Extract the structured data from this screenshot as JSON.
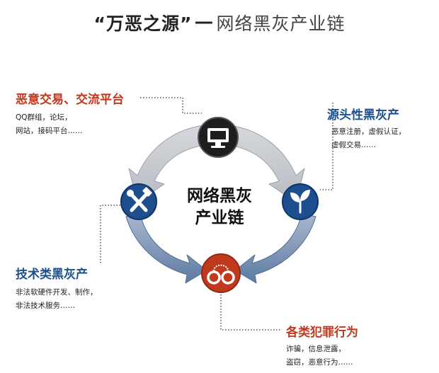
{
  "title": {
    "strong": "“万恶之源”",
    "dash": "一",
    "light": "网络黑灰产业链"
  },
  "center": {
    "line1": "网络黑灰",
    "line2": "产业链"
  },
  "nodes": {
    "top_icon": "computer-monitor-icon",
    "left_icon": "wrench-hammer-tools-icon",
    "right_icon": "sprout-icon",
    "bottom_icon": "handcuffs-icon"
  },
  "groups": {
    "top_left": {
      "heading": "恶意交易、交流平台",
      "lines": [
        "QQ群组，论坛，",
        "网站，接码平台……"
      ]
    },
    "top_right": {
      "heading": "源头性黑灰产",
      "lines": [
        "恶意注册，虚假认证，",
        "虚假交易……"
      ]
    },
    "bottom_left": {
      "heading": "技术类黑灰产",
      "lines": [
        "非法软硬件开发、制作，",
        "非法技术服务……"
      ]
    },
    "bottom_right": {
      "heading": "各类犯罪行为",
      "lines": [
        "诈骗，信息泄露，",
        "盗窃，恶意行为……"
      ]
    }
  },
  "colors": {
    "red": "#c0391f",
    "blue": "#1d4f8f",
    "black_node": "#1e1e1e",
    "ring_gray": "#c9ccd1",
    "ring_blue": "#6a86ad"
  }
}
